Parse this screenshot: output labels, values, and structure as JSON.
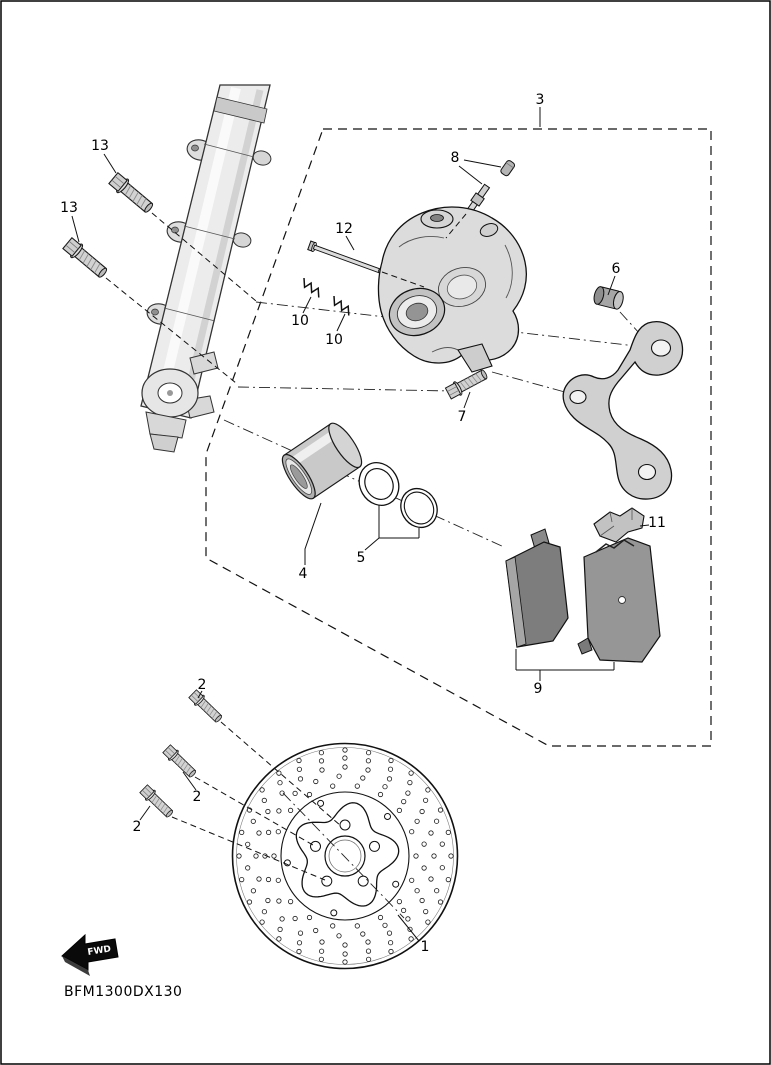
{
  "drawing_code": "BFM1300DX130",
  "fwd_label": "FWD",
  "callouts": [
    {
      "id": "13-upper",
      "label": "13"
    },
    {
      "id": "13-lower",
      "label": "13"
    },
    {
      "id": "3",
      "label": "3"
    },
    {
      "id": "8",
      "label": "8"
    },
    {
      "id": "12",
      "label": "12"
    },
    {
      "id": "10-left",
      "label": "10"
    },
    {
      "id": "10-right",
      "label": "10"
    },
    {
      "id": "6",
      "label": "6"
    },
    {
      "id": "7",
      "label": "7"
    },
    {
      "id": "4",
      "label": "4"
    },
    {
      "id": "5",
      "label": "5"
    },
    {
      "id": "11",
      "label": "11"
    },
    {
      "id": "9",
      "label": "9"
    },
    {
      "id": "2-top",
      "label": "2"
    },
    {
      "id": "2-middle",
      "label": "2"
    },
    {
      "id": "2-bottom",
      "label": "2"
    },
    {
      "id": "1",
      "label": "1"
    }
  ]
}
